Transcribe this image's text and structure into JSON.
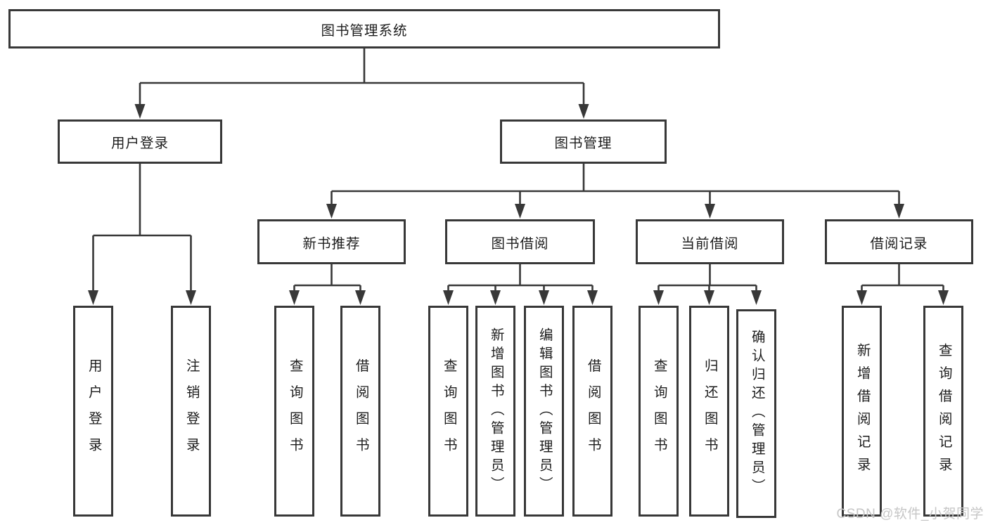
{
  "diagram": {
    "root": {
      "label": "图书管理系统"
    },
    "level2": [
      {
        "id": "user-login",
        "label": "用户登录"
      },
      {
        "id": "book-management",
        "label": "图书管理"
      }
    ],
    "level3": [
      {
        "id": "new-book-recommend",
        "label": "新书推荐",
        "parent": "图书管理"
      },
      {
        "id": "book-borrow",
        "label": "图书借阅",
        "parent": "图书管理"
      },
      {
        "id": "current-borrow",
        "label": "当前借阅",
        "parent": "图书管理"
      },
      {
        "id": "borrow-records",
        "label": "借阅记录",
        "parent": "图书管理"
      }
    ],
    "leaves": [
      {
        "id": "user-login-leaf",
        "label": "用户登录",
        "parent": "用户登录"
      },
      {
        "id": "logout",
        "label": "注销登录",
        "parent": "用户登录"
      },
      {
        "id": "query-books-1",
        "label": "查询图书",
        "parent": "新书推荐"
      },
      {
        "id": "borrow-books-1",
        "label": "借阅图书",
        "parent": "新书推荐"
      },
      {
        "id": "query-books-2",
        "label": "查询图书",
        "parent": "图书借阅"
      },
      {
        "id": "add-books-admin",
        "label": "新增图书（管理员）",
        "parent": "图书借阅"
      },
      {
        "id": "edit-books-admin",
        "label": "编辑图书（管理员）",
        "parent": "图书借阅"
      },
      {
        "id": "borrow-books-2",
        "label": "借阅图书",
        "parent": "图书借阅"
      },
      {
        "id": "query-books-3",
        "label": "查询图书",
        "parent": "当前借阅"
      },
      {
        "id": "return-books",
        "label": "归还图书",
        "parent": "当前借阅"
      },
      {
        "id": "confirm-return-admin",
        "label": "确认归还（管理员）",
        "parent": "当前借阅"
      },
      {
        "id": "add-borrow-record",
        "label": "新增借阅记录",
        "parent": "借阅记录"
      },
      {
        "id": "query-borrow-record",
        "label": "查询借阅记录",
        "parent": "借阅记录"
      }
    ],
    "watermark": "CSDN @软件_小贺同学",
    "colors": {
      "line": "#383838",
      "text": "#1c1c1c",
      "background": "#ffffff",
      "watermark": "#c6c6c6"
    }
  }
}
